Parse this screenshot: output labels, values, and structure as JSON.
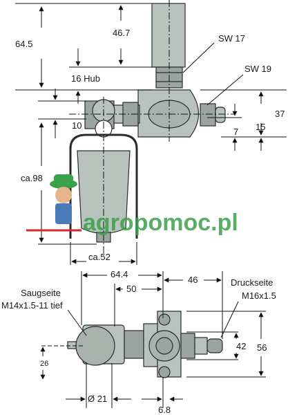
{
  "top_view": {
    "dims": {
      "height_total": "64.5",
      "height_filter": "46.7",
      "hub": "16 Hub",
      "sw_top": "SW 17",
      "sw_right": "SW 19",
      "right_height": "37",
      "left_offset": "10",
      "right_offset_small": "7",
      "right_offset_large": "15",
      "bowl_height": "ca.98",
      "bowl_width": "ca.52"
    }
  },
  "bottom_view": {
    "dims": {
      "width_total": "64.4",
      "width_inner": "50",
      "width_right": "46",
      "height_small": "42",
      "height_large": "56",
      "left_height": "26",
      "diameter": "Ø 21",
      "right_offset": "6.8"
    },
    "labels": {
      "suction_side": "Saugseite",
      "suction_thread": "M14x1.5-11 tief",
      "pressure_side": "Druckseite",
      "pressure_thread": "M16x1.5"
    }
  },
  "watermark": {
    "text": "agropomoc.pl"
  },
  "colors": {
    "part_fill": "#b9c3be",
    "part_fill_dark": "#8e9a94",
    "part_outline": "#2b2b2b",
    "dim_line": "#111111",
    "watermark_green": "#3aa04a",
    "watermark_red": "#d9262c"
  }
}
